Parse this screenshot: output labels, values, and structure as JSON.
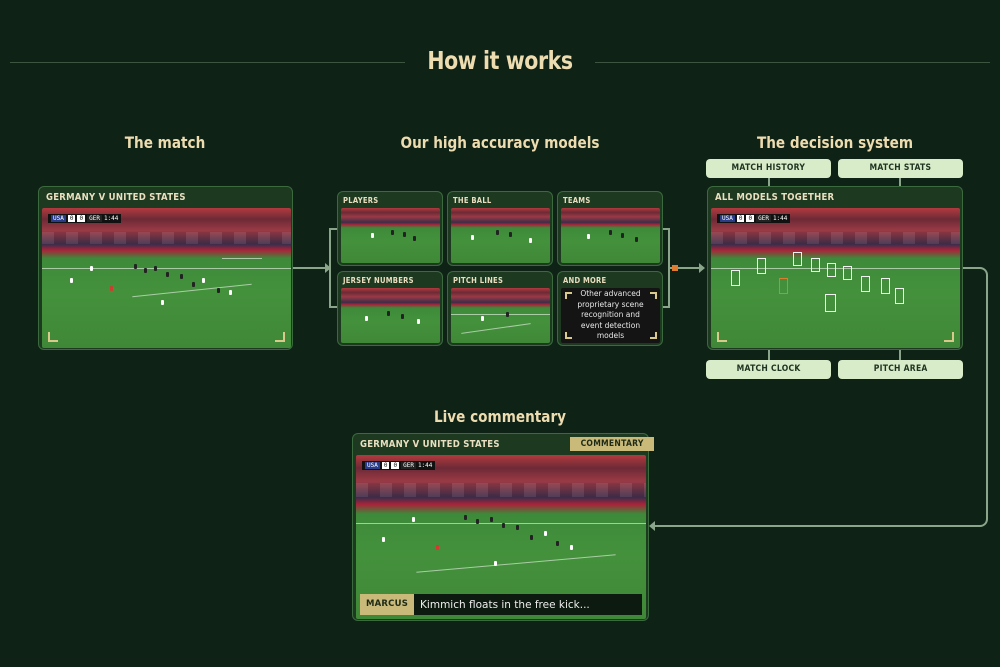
{
  "header": {
    "title": "How it works"
  },
  "sections": {
    "match": "The match",
    "models": "Our high accuracy models",
    "decision": "The decision system",
    "live": "Live commentary"
  },
  "match_panel": {
    "label": "GERMANY V UNITED STATES",
    "scoreboard": {
      "team1": "USA",
      "score1": "0",
      "score2": "0",
      "team2": "GER",
      "clock": "1:44"
    }
  },
  "models": [
    {
      "label": "PLAYERS"
    },
    {
      "label": "THE BALL"
    },
    {
      "label": "TEAMS"
    },
    {
      "label": "JERSEY NUMBERS"
    },
    {
      "label": "PITCH LINES"
    },
    {
      "label": "AND MORE",
      "text": "Other advanced proprietary scene recognition and event detection models"
    }
  ],
  "decision_panel": {
    "label": "ALL MODELS TOGETHER",
    "inputs_top": [
      "MATCH HISTORY",
      "MATCH STATS"
    ],
    "inputs_bottom": [
      "MATCH CLOCK",
      "PITCH AREA"
    ]
  },
  "commentary_panel": {
    "label": "GERMANY V UNITED STATES",
    "badge": "COMMENTARY",
    "speaker": "MARCUS",
    "line": "Kimmich floats in the free kick..."
  },
  "colors": {
    "background": "#0f2216",
    "panel": "#1d3a21",
    "accent_cream": "#eddcb0",
    "pill": "#d9ecc9",
    "badge": "#c9ba7a",
    "connector": "#8aa58a",
    "orange_marker": "#e07a2e"
  }
}
